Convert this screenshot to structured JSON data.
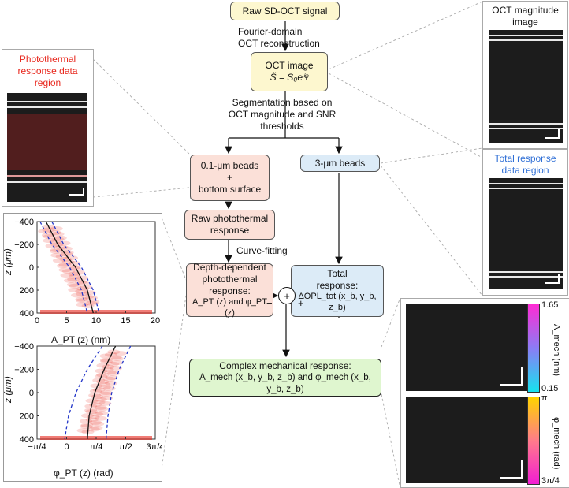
{
  "flow": {
    "raw_signal": "Raw SD-OCT signal",
    "fourier_label_1": "Fourier-domain",
    "fourier_label_2": "OCT reconstruction",
    "oct_image_title": "OCT image",
    "oct_image_formula": "S̃ = S₀eⁱᵠ",
    "segmentation_1": "Segmentation based on",
    "segmentation_2": "OCT magnitude and SNR",
    "segmentation_3": "thresholds",
    "beads_small_1": "0.1-μm beads",
    "beads_small_2": "+",
    "beads_small_3": "bottom surface",
    "beads_large": "3-μm beads",
    "raw_pt_1": "Raw photothermal",
    "raw_pt_2": "response",
    "curve_fitting": "Curve-fitting",
    "depth_dep_1": "Depth-dependent",
    "depth_dep_2": "photothermal",
    "depth_dep_3": "response:",
    "depth_dep_4": "A_PT (z) and φ_PT (z)",
    "total_1": "Total",
    "total_2": "response:",
    "total_3": "ΔOPL_tot (x_b, y_b, z_b)",
    "plus_sign": "+",
    "minus_label": "−",
    "plus_label": "+",
    "complex_1": "Complex mechanical response:",
    "complex_2": "A_mech (x_b, y_b, z_b) and φ_mech (x_b, y_b, z_b)"
  },
  "panels": {
    "pt_region_1": "Photothermal",
    "pt_region_2": "response data",
    "pt_region_3": "region",
    "oct_mag_1": "OCT magnitude",
    "oct_mag_2": "image",
    "total_region_1": "Total response",
    "total_region_2": "data region"
  },
  "colors": {
    "red_label": "#e8281e",
    "blue_label": "#2f6fd6"
  },
  "chart_data": [
    {
      "type": "scatter",
      "xlabel": "A_PT (z) (nm)",
      "ylabel": "z (μm)",
      "xlim": [
        0,
        20
      ],
      "ylim": [
        -400,
        400
      ],
      "x_ticks": [
        "0",
        "5",
        "10",
        "15",
        "20"
      ],
      "y_ticks": [
        "-400",
        "-200",
        "0",
        "200",
        "400"
      ],
      "fit_mean": {
        "z": [
          -400,
          -200,
          0,
          200,
          400
        ],
        "x": [
          1.5,
          3.5,
          6.5,
          8.5,
          9.5
        ]
      },
      "fit_bounds": [
        {
          "z": [
            -400,
            -200,
            0,
            200,
            400
          ],
          "x": [
            0.5,
            2.5,
            5.5,
            7.5,
            8.5
          ]
        },
        {
          "z": [
            -400,
            -200,
            0,
            200,
            400
          ],
          "x": [
            2.5,
            4.5,
            7.5,
            9.5,
            10.5
          ]
        }
      ]
    },
    {
      "type": "scatter",
      "xlabel": "φ_PT (z) (rad)",
      "ylabel": "z (μm)",
      "xlim": [
        -0.785,
        2.356
      ],
      "ylim": [
        -400,
        400
      ],
      "x_ticks": [
        "−π/4",
        "0",
        "π/4",
        "π/2",
        "3π/4"
      ],
      "y_ticks": [
        "-400",
        "-200",
        "0",
        "200",
        "400"
      ],
      "fit_mean": {
        "z": [
          -400,
          -200,
          0,
          200,
          400
        ],
        "x": [
          1.3,
          1.0,
          0.75,
          0.6,
          0.55
        ]
      },
      "fit_bounds": [
        {
          "z": [
            -400,
            -200,
            0,
            200,
            400
          ],
          "x": [
            0.95,
            0.55,
            0.25,
            0.05,
            -0.05
          ]
        },
        {
          "z": [
            -400,
            -200,
            0,
            200,
            400
          ],
          "x": [
            1.7,
            1.4,
            1.2,
            1.1,
            1.05
          ]
        }
      ]
    }
  ],
  "colorbars": {
    "amech_max": "1.65",
    "amech_min": "0.15",
    "amech_label": "A_mech (nm)",
    "phimech_max": "π",
    "phimech_min": "3π/4",
    "phimech_label": "φ_mech (rad)"
  }
}
